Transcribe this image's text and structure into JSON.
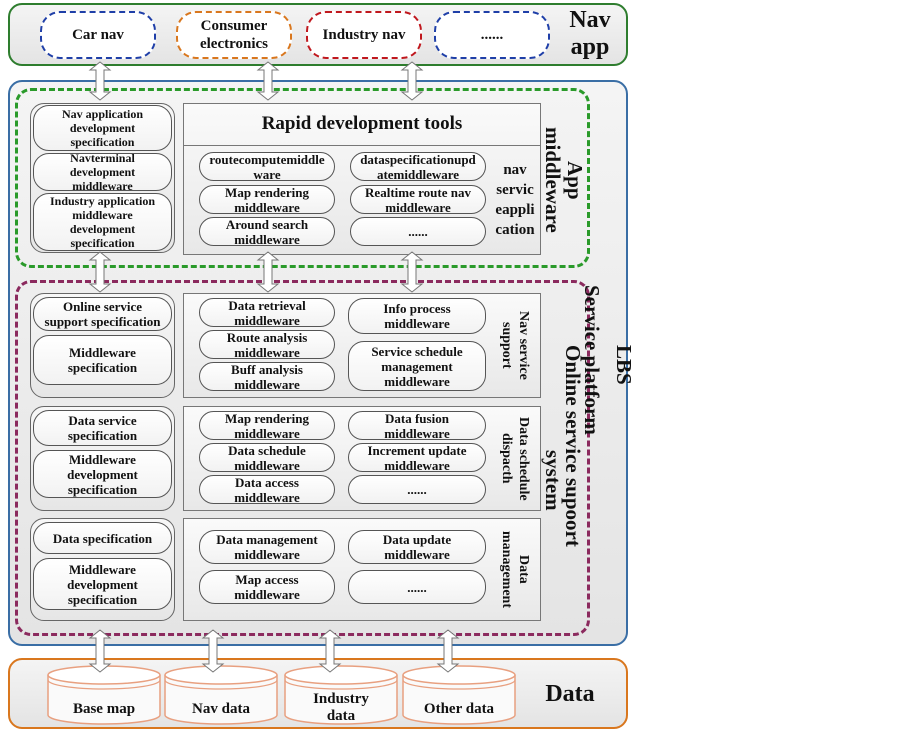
{
  "nav_app": {
    "title": "Nav app",
    "items": [
      {
        "label": "Car nav",
        "color": "#1f3fa8"
      },
      {
        "label": "Consumer\nelectronics",
        "color": "#d9771e"
      },
      {
        "label": "Industry nav",
        "color": "#c0181e"
      },
      {
        "label": "......",
        "color": "#1f3fa8"
      }
    ]
  },
  "lbs": {
    "title": "LBS",
    "service_platform_label": "Service platform",
    "app_middleware": {
      "title": "App\nmiddleware",
      "specs": [
        "Nav application\ndevelopment\nspecification",
        "Navterminal\ndevelopment\nmiddleware",
        "Industry application\nmiddleware\ndevelopment\nspecification"
      ],
      "tools_title": "Rapid development tools",
      "side_label": "nav\nservic\neappli\ncation",
      "middlewares": [
        "routecomputemiddle\nware",
        "dataspecificationupd\natemiddleware",
        "Map rendering\nmiddleware",
        "Realtime route nav\nmiddleware",
        "Around search\nmiddleware",
        "......"
      ]
    },
    "online_support": {
      "title": "Online service supoort",
      "title_suffix": "system",
      "sections": [
        {
          "label": "Nav service\nsupport",
          "specs": [
            "Online service\nsupport specification",
            "Middleware\nspecification"
          ],
          "left": [
            "Data retrieval\nmiddleware",
            "Route analysis\nmiddleware",
            "Buff analysis\nmiddleware"
          ],
          "right": [
            "Info process\nmiddleware",
            "Service schedule\nmanagement\nmiddleware"
          ]
        },
        {
          "label": "Data schedule\ndispacth",
          "specs": [
            "Data service\nspecification",
            "Middleware\ndevelopment\nspecification"
          ],
          "left": [
            "Map rendering\nmiddleware",
            "Data schedule\nmiddleware",
            "Data access\nmiddleware"
          ],
          "right": [
            "Data fusion\nmiddleware",
            "Increment update\nmiddleware",
            "......"
          ]
        },
        {
          "label": "Data\nmanagement",
          "specs": [
            "Data specification",
            "Middleware\ndevelopment\nspecification"
          ],
          "left": [
            "Data management\nmiddleware",
            "Map access\nmiddleware"
          ],
          "right": [
            "Data update\nmiddleware",
            "......"
          ]
        }
      ]
    }
  },
  "data_layer": {
    "title": "Data",
    "stores": [
      "Base map",
      "Nav data",
      "Industry\ndata",
      "Other data"
    ]
  },
  "colors": {
    "nav_app_border": "#2e7d2e",
    "lbs_border": "#3a6ea5",
    "app_mw_dash": "#2a9a2a",
    "online_dash": "#8b2a5e",
    "data_border": "#d9771e",
    "cylinder": "#e8a080"
  }
}
